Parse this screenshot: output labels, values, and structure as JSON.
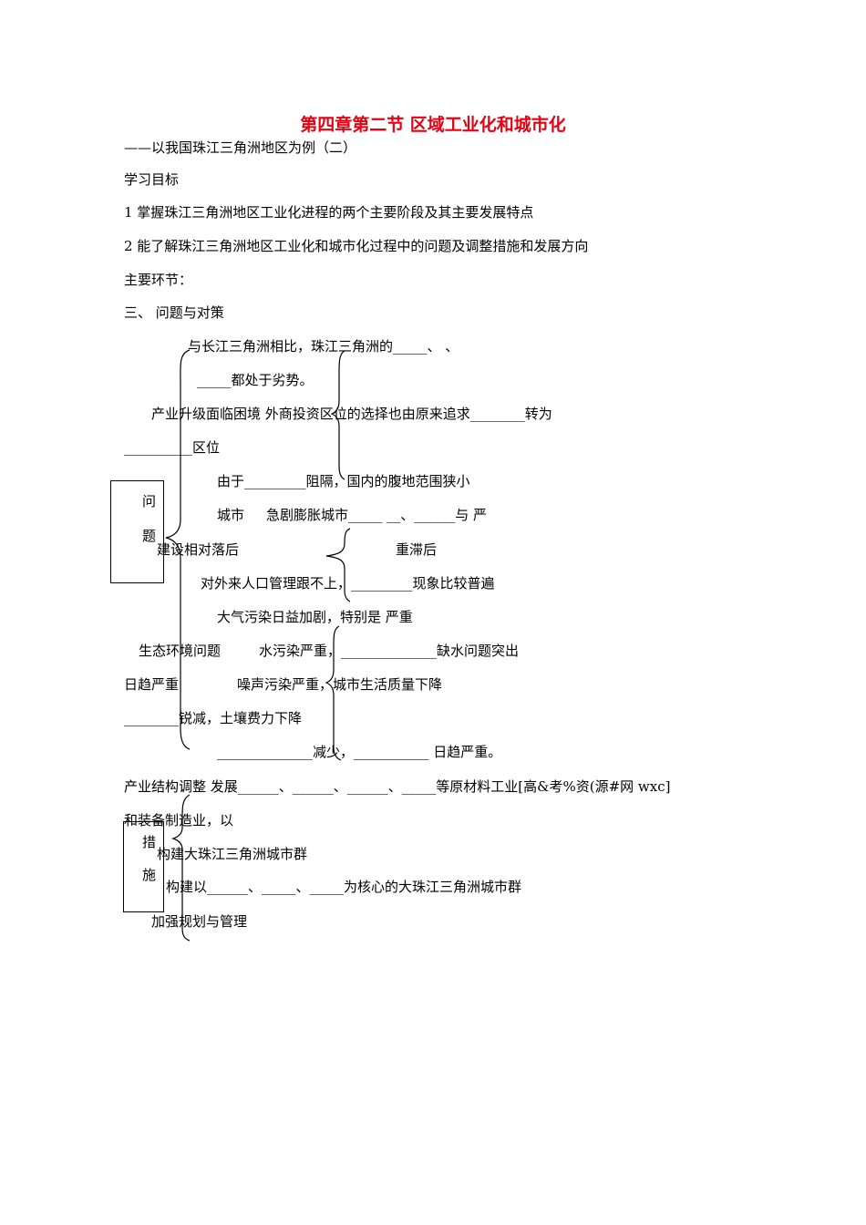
{
  "doc": {
    "title": "第四章第二节  区域工业化和城市化",
    "subtitle": "——以我国珠江三角洲地区为例（二）",
    "objectives_heading": "学习目标",
    "objective1": "1 掌握珠江三角洲地区工业化进程的两个主要阶段及其主要发展特点",
    "objective2": "2 能了解珠江三角洲地区工业化和城市化过程中的问题及调整措施和发展方向",
    "main_steps": "主要环节：",
    "section3": "三、 问题与对策",
    "lines": {
      "l1": "与长江三角洲相比，珠江三角洲的_____、    、",
      "l2": "_____都处于劣势。",
      "l3": "产业升级面临困境   外商投资区位的选择也由原来追求________转为",
      "l4": "__________区位",
      "l5": "由于_________阻隔，国内的腹地范围狭小",
      "l6a": "城市",
      "l6b": "急剧膨胀城市_____ __、______与   严",
      "l7a": "建设相对落后",
      "l7b": "重滞后",
      "l8": "对外来人口管理跟不上，_________现象比较普遍",
      "l9": "大气污染日益加剧，特别是        严重",
      "l10a": "生态环境问题",
      "l10b": "水污染严重，______________缺水问题突出",
      "l11a": "日趋严重",
      "l11b": "噪声污染严重，城市生活质量下降",
      "l12": "________锐减，土壤费力下降",
      "l13": "______________减少，___________ 日趋严重。",
      "l14": "产业结构调整   发展______、______、______、_____等原材料工业[高&考%资(源#网 wxc]",
      "l15": "和装备制造业，以",
      "l16": "构建大珠江三角洲城市群",
      "l17": "构建以______、_____、_____为核心的大珠江三角洲城市群",
      "l18": "加强规划与管理"
    },
    "box_problem": [
      "问",
      "题"
    ],
    "box_measures": [
      "措",
      "施"
    ]
  }
}
